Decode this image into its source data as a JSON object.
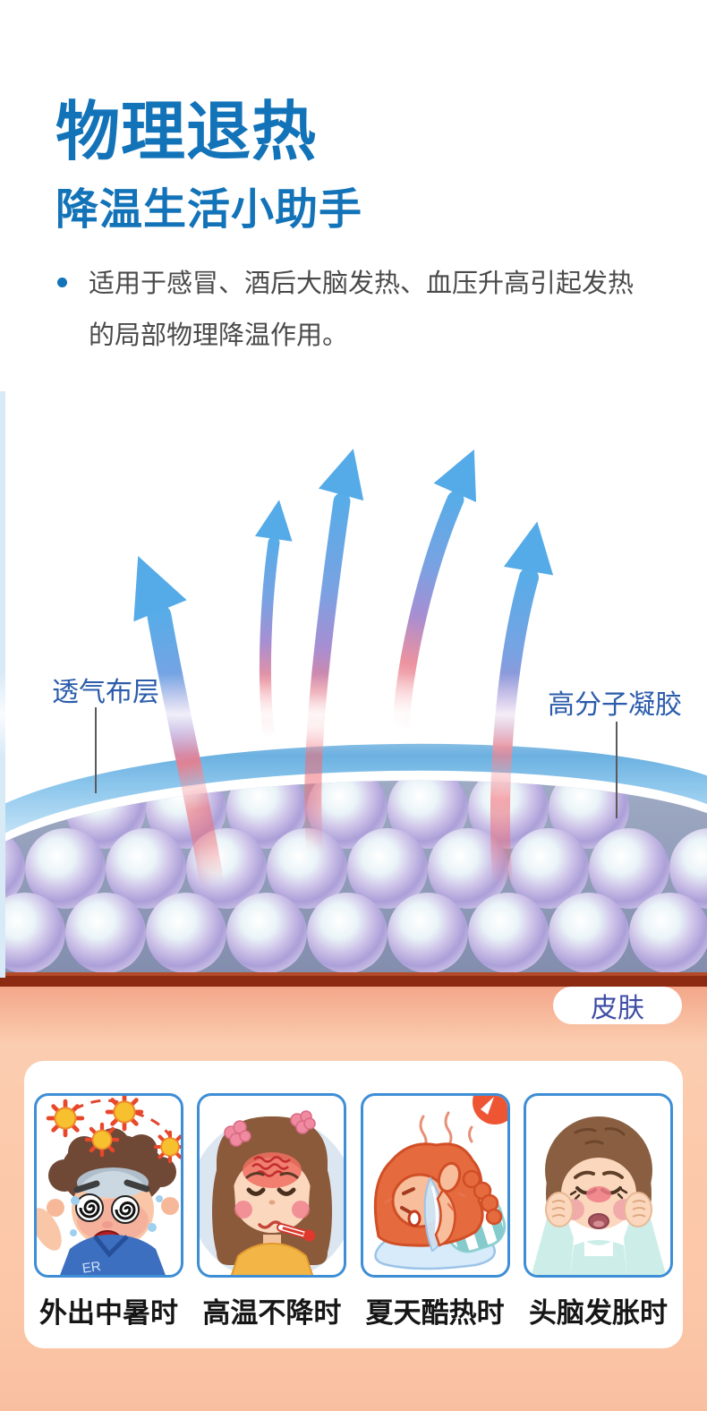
{
  "header": {
    "title": "物理退热",
    "subtitle": "降温生活小助手",
    "bullet_text": "适用于感冒、酒后大脑发热、血压升高引起发热的局部物理降温作用。"
  },
  "diagram": {
    "breathable_layer_label": "透气布层",
    "polymer_gel_label": "高分子凝胶",
    "skin_label": "皮肤",
    "graphic": "heat-dissipation-cross-section",
    "colors": {
      "arrow_blue": "#58ace8",
      "arrow_red": "#f2707a",
      "fabric_blue": "#8cc6ec",
      "gel_body_gray": "#8e99b5",
      "bead_purple": "#ab9fd8",
      "adhesive_strip_red": "#8c2a12",
      "skin_pink": "#fbcdb0"
    }
  },
  "scenarios": {
    "items": [
      {
        "label": "外出中暑时",
        "icon": "heatstroke-boy-icon"
      },
      {
        "label": "高温不降时",
        "icon": "fever-girl-icon"
      },
      {
        "label": "夏天酷热时",
        "icon": "summer-heat-girl-icon"
      },
      {
        "label": "头脑发胀时",
        "icon": "head-pressure-boy-icon"
      }
    ]
  },
  "colors": {
    "title_blue": "#1373b8",
    "label_blue": "#2b5cab",
    "pill_text_blue": "#3e4da6",
    "card_border_blue": "#3e8ed6",
    "bottom_background": "#fcc9ab"
  }
}
